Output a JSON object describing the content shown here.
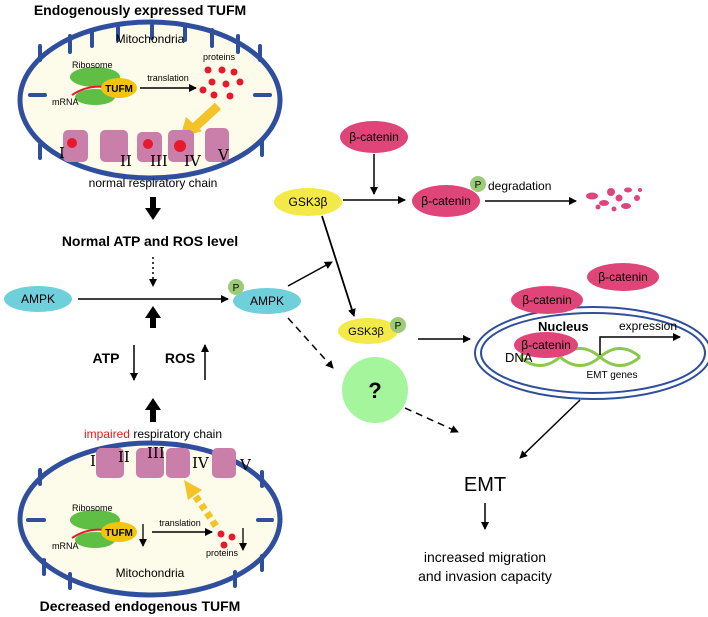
{
  "top_title": "Endogenously expressed TUFM",
  "bottom_title": "Decreased endogenous TUFM",
  "top_mito": {
    "label": "Mitochondria",
    "ribosome": "Ribosome",
    "mrna": "mRNA",
    "tufm": "TUFM",
    "translation": "translation",
    "proteins": "proteins",
    "complexes": [
      "I",
      "II",
      "III",
      "IV",
      "V"
    ]
  },
  "normal_chain": "normal respiratory chain",
  "normal_level": "Normal ATP and ROS level",
  "ampk": "AMPK",
  "p": "P",
  "atp": "ATP",
  "ros": "ROS",
  "impaired_word": "impaired",
  "impaired_rest": " respiratory chain",
  "bottom_mito": {
    "label": "Mitochondria",
    "ribosome": "Ribosome",
    "mrna": "mRNA",
    "tufm": "TUFM",
    "translation": "translation",
    "proteins": "proteins",
    "complexes": [
      "I",
      "II",
      "III",
      "IV",
      "V"
    ]
  },
  "beta_catenin": "β-catenin",
  "gsk3b": "GSK3β",
  "degradation": "degradation",
  "nucleus": "Nucleus",
  "dna": "DNA",
  "expression": "expression",
  "emt_genes": "EMT genes",
  "question": "?",
  "emt": "EMT",
  "outcome_line1": "increased migration",
  "outcome_line2": "and invasion capacity",
  "colors": {
    "membrane": "#2f4f9e",
    "matrix": "#fdfbea",
    "ampk": "#6fcfdb",
    "beta_catenin": "#e0457a",
    "gsk3b": "#f3ea4a",
    "phospho": "#9ccb78",
    "ribosome": "#5fbf45",
    "tufm": "#f1c40f",
    "protein_dot": "#e8192c",
    "complex": "#c97fa9",
    "question": "#a4f59c",
    "impaired": "#e21b1b",
    "dna_green": "#8cc84b"
  }
}
